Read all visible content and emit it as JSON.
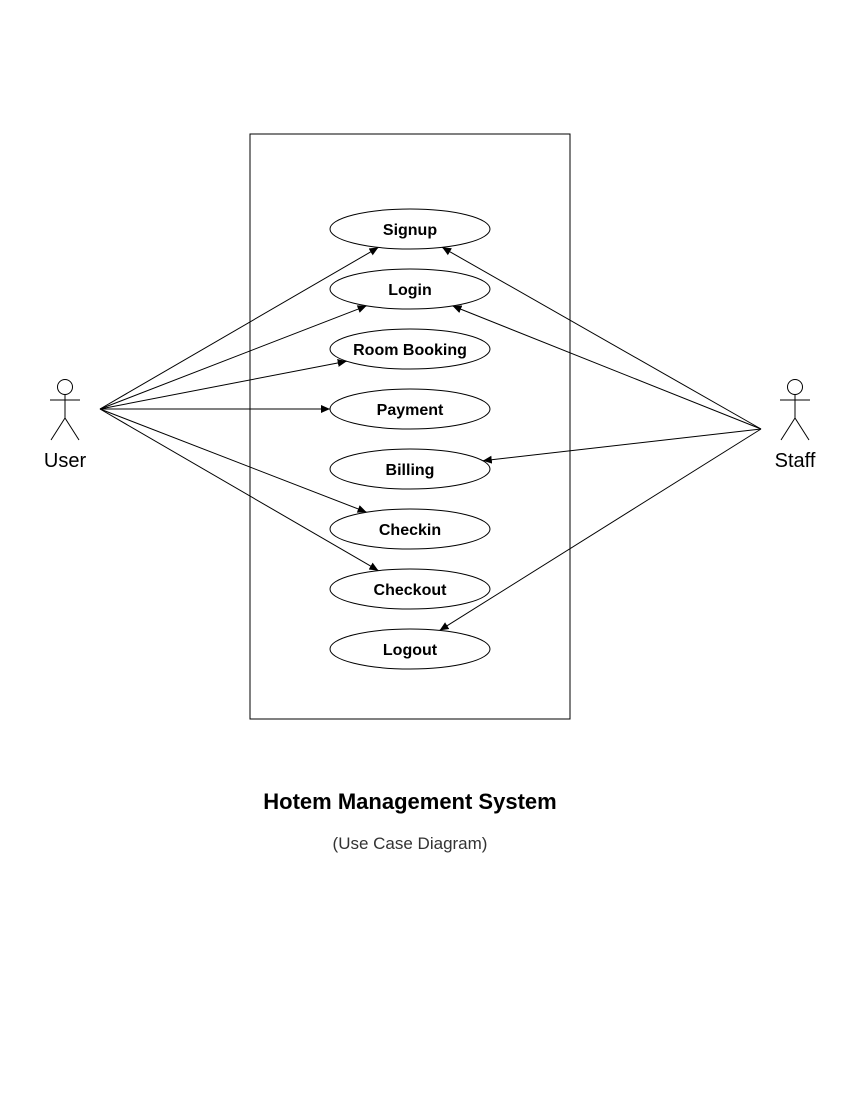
{
  "title": "Hotem Management System",
  "subtitle": "(Use Case Diagram)",
  "actors": {
    "user": {
      "label": "User"
    },
    "staff": {
      "label": "Staff"
    }
  },
  "use_cases": [
    {
      "id": "signup",
      "label": "Signup"
    },
    {
      "id": "login",
      "label": "Login"
    },
    {
      "id": "room-booking",
      "label": "Room Booking"
    },
    {
      "id": "payment",
      "label": "Payment"
    },
    {
      "id": "billing",
      "label": "Billing"
    },
    {
      "id": "checkin",
      "label": "Checkin"
    },
    {
      "id": "checkout",
      "label": "Checkout"
    },
    {
      "id": "logout",
      "label": "Logout"
    }
  ],
  "associations": {
    "user": [
      "signup",
      "login",
      "room-booking",
      "payment",
      "checkin",
      "checkout"
    ],
    "staff": [
      "signup",
      "login",
      "billing",
      "logout"
    ]
  },
  "colors": {
    "stroke": "#000000",
    "background": "#ffffff"
  }
}
